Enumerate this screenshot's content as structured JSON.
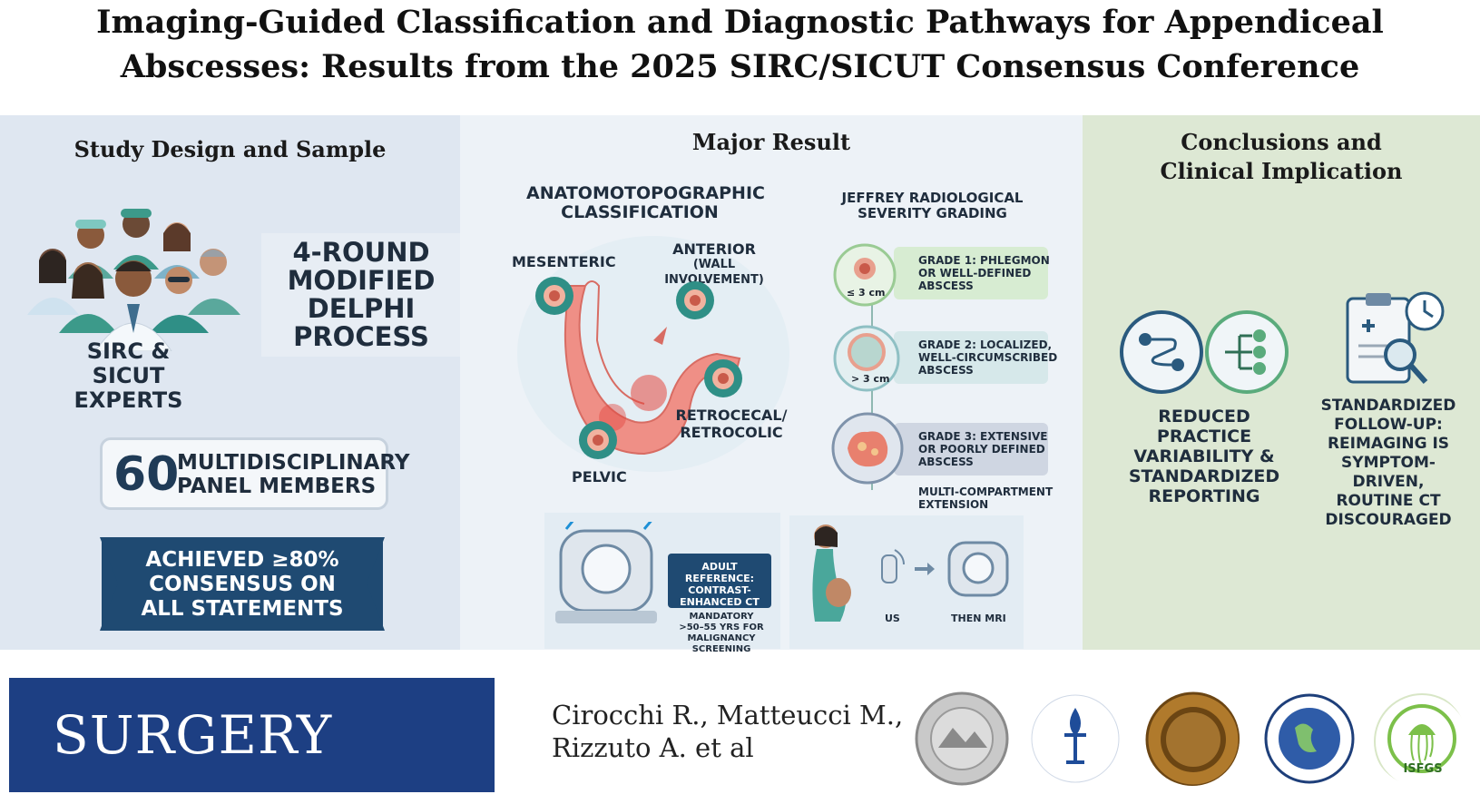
{
  "title": {
    "line1": "Imaging-Guided Classification and Diagnostic Pathways for Appendiceal",
    "line2": "Abscesses: Results from the 2025 SIRC/SICUT Consensus Conference"
  },
  "panel_study": {
    "heading": "Study Design and Sample",
    "experts_label_1": "SIRC & SICUT",
    "experts_label_2": "EXPERTS",
    "delphi_1": "4-ROUND",
    "delphi_2": "MODIFIED",
    "delphi_3": "DELPHI",
    "delphi_4": "PROCESS",
    "panel_count": "60",
    "panel_label_1": "MULTIDISCIPLINARY",
    "panel_label_2": "PANEL MEMBERS",
    "consensus_1": "ACHIEVED ≥80%",
    "consensus_2": "CONSENSUS ON",
    "consensus_3": "ALL STATEMENTS"
  },
  "panel_result": {
    "heading": "Major Result",
    "anat_title_1": "ANATOMOTOPOGRAPHIC",
    "anat_title_2": "CLASSIFICATION",
    "loc_mesenteric": "MESENTERIC",
    "loc_anterior_1": "ANTERIOR",
    "loc_anterior_2": "(WALL INVOLVEMENT)",
    "loc_retro_1": "RETROCECAL/",
    "loc_retro_2": "RETROCOLIC",
    "loc_pelvic": "PELVIC",
    "jeffrey_title_1": "JEFFREY RADIOLOGICAL",
    "jeffrey_title_2": "SEVERITY GRADING",
    "grade1_1": "GRADE 1: PHLEGMON",
    "grade1_2": "OR WELL-DEFINED",
    "grade1_3": "ABSCESS",
    "grade1_size": "≤ 3 cm",
    "grade2_1": "GRADE 2: LOCALIZED,",
    "grade2_2": "WELL-CIRCUMSCRIBED",
    "grade2_3": "ABSCESS",
    "grade2_size": "> 3 cm",
    "grade3_1": "GRADE 3: EXTENSIVE",
    "grade3_2": "OR POORLY DEFINED",
    "grade3_3": "ABSCESS",
    "multi_1": "MULTI-COMPARTMENT",
    "multi_2": "EXTENSION",
    "adult_1": "ADULT REFERENCE:",
    "adult_2": "CONTRAST-",
    "adult_3": "ENHANCED CT",
    "mandatory_1": "MANDATORY",
    "mandatory_2": ">50–55 YRS FOR",
    "mandatory_3": "MALIGNANCY SCREENING",
    "us": "US",
    "then_mri": "THEN MRI"
  },
  "panel_conclusion": {
    "heading_1": "Conclusions and",
    "heading_2": "Clinical Implication",
    "left_1": "REDUCED PRACTICE",
    "left_2": "VARIABILITY &",
    "left_3": "STANDARDIZED",
    "left_4": "REPORTING",
    "right_1": "STANDARDIZED",
    "right_2": "FOLLOW-UP:",
    "right_3": "REIMAGING IS",
    "right_4": "SYMPTOM-DRIVEN,",
    "right_5": "ROUTINE CT",
    "right_6": "DISCOURAGED"
  },
  "footer": {
    "journal": "SURGERY",
    "authors_1": "Cirocchi R., Matteucci M.,",
    "authors_2": "Rizzuto A. et al",
    "seal_isfgs": "ISFGS"
  },
  "colors": {
    "navy": "#1f4a72",
    "journal_blue": "#1d3f83",
    "teal": "#2f8f86",
    "panel_green": "#dde8d4"
  }
}
